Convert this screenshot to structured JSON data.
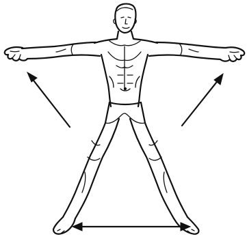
{
  "illustration": {
    "subject": "jumping-jack",
    "colors": {
      "ink": "#111111",
      "background": "#ffffff"
    },
    "arrows": [
      "left-arm-up-arrow",
      "right-arm-up-arrow",
      "feet-apart-arrow"
    ]
  }
}
